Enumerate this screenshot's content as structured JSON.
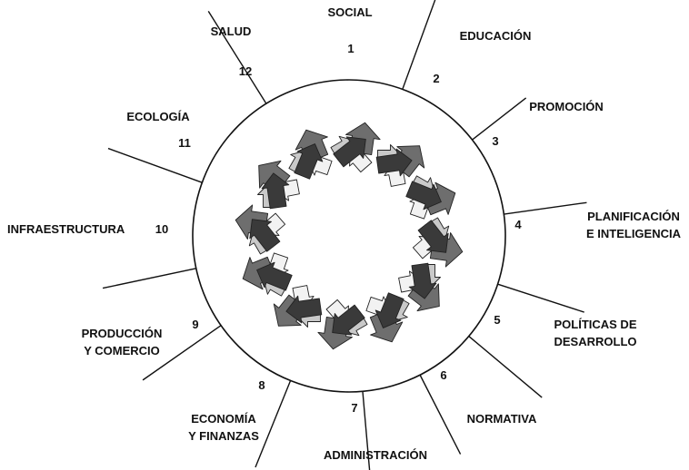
{
  "sectors": [
    {
      "number": "1",
      "label": [
        "SOCIAL"
      ]
    },
    {
      "number": "2",
      "label": [
        "EDUCACIÓN"
      ]
    },
    {
      "number": "3",
      "label": [
        "PROMOCIÓN"
      ]
    },
    {
      "number": "4",
      "label": [
        "PLANIFICACIÓN",
        "E INTELIGENCIA"
      ]
    },
    {
      "number": "5",
      "label": [
        "POLÍTICAS DE",
        "DESARROLLO"
      ]
    },
    {
      "number": "6",
      "label": [
        "NORMATIVA"
      ]
    },
    {
      "number": "7",
      "label": [
        "ADMINISTRACIÓN"
      ]
    },
    {
      "number": "8",
      "label": [
        "ECONOMÍA",
        "Y FINANZAS"
      ]
    },
    {
      "number": "9",
      "label": [
        "PRODUCCIÓN",
        "Y COMERCIO"
      ]
    },
    {
      "number": "10",
      "label": [
        "INFRAESTRUCTURA"
      ]
    },
    {
      "number": "11",
      "label": [
        "ECOLOGÍA"
      ]
    },
    {
      "number": "12",
      "label": [
        "SALUD"
      ]
    }
  ],
  "colors": {
    "outer_arrow": "#6e6e6e",
    "dark_arrow": "#3a3a3a",
    "light_arrow": "#f2f2f2",
    "mid_arrow": "#c9c9c9",
    "circle_stroke": "#111111"
  }
}
